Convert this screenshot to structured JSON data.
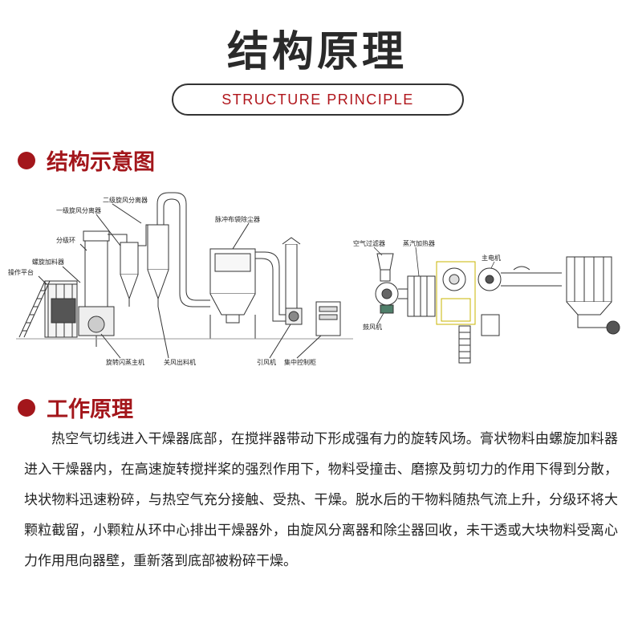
{
  "header": {
    "title": "结构原理",
    "subtitle": "STRUCTURE PRINCIPLE"
  },
  "section_diagram": {
    "heading": "结构示意图",
    "left_labels": {
      "level2_separator": "二级旋风分离器",
      "level1_separator": "一级旋风分离器",
      "classifier_ring": "分级环",
      "pulse_dust_collector": "脉冲布袋除尘器",
      "screw_feeder": "螺旋加料器",
      "platform": "操作平台",
      "main_machine": "旋转闪蒸主机",
      "discharger": "关风出料机",
      "induced_fan": "引风机",
      "control_cabinet": "集中控制柜"
    },
    "right_labels": {
      "air_filter": "空气过滤器",
      "steam_heater": "蒸汽加热器",
      "main_motor": "主电机",
      "blower": "鼓风机"
    }
  },
  "section_principle": {
    "heading": "工作原理",
    "paragraph": "热空气切线进入干燥器底部，在搅拌器带动下形成强有力的旋转风场。膏状物料由螺旋加料器进入干燥器内，在高速旋转搅拌桨的强烈作用下，物料受撞击、磨擦及剪切力的作用下得到分散，块状物料迅速粉碎，与热空气充分接触、受热、干燥。脱水后的干物料随热气流上升，分级环将大颗粒截留，小颗粒从环中心排出干燥器外，由旋风分离器和除尘器回收，未干透或大块物料受离心力作用甩向器壁，重新落到底部被粉碎干燥。"
  }
}
